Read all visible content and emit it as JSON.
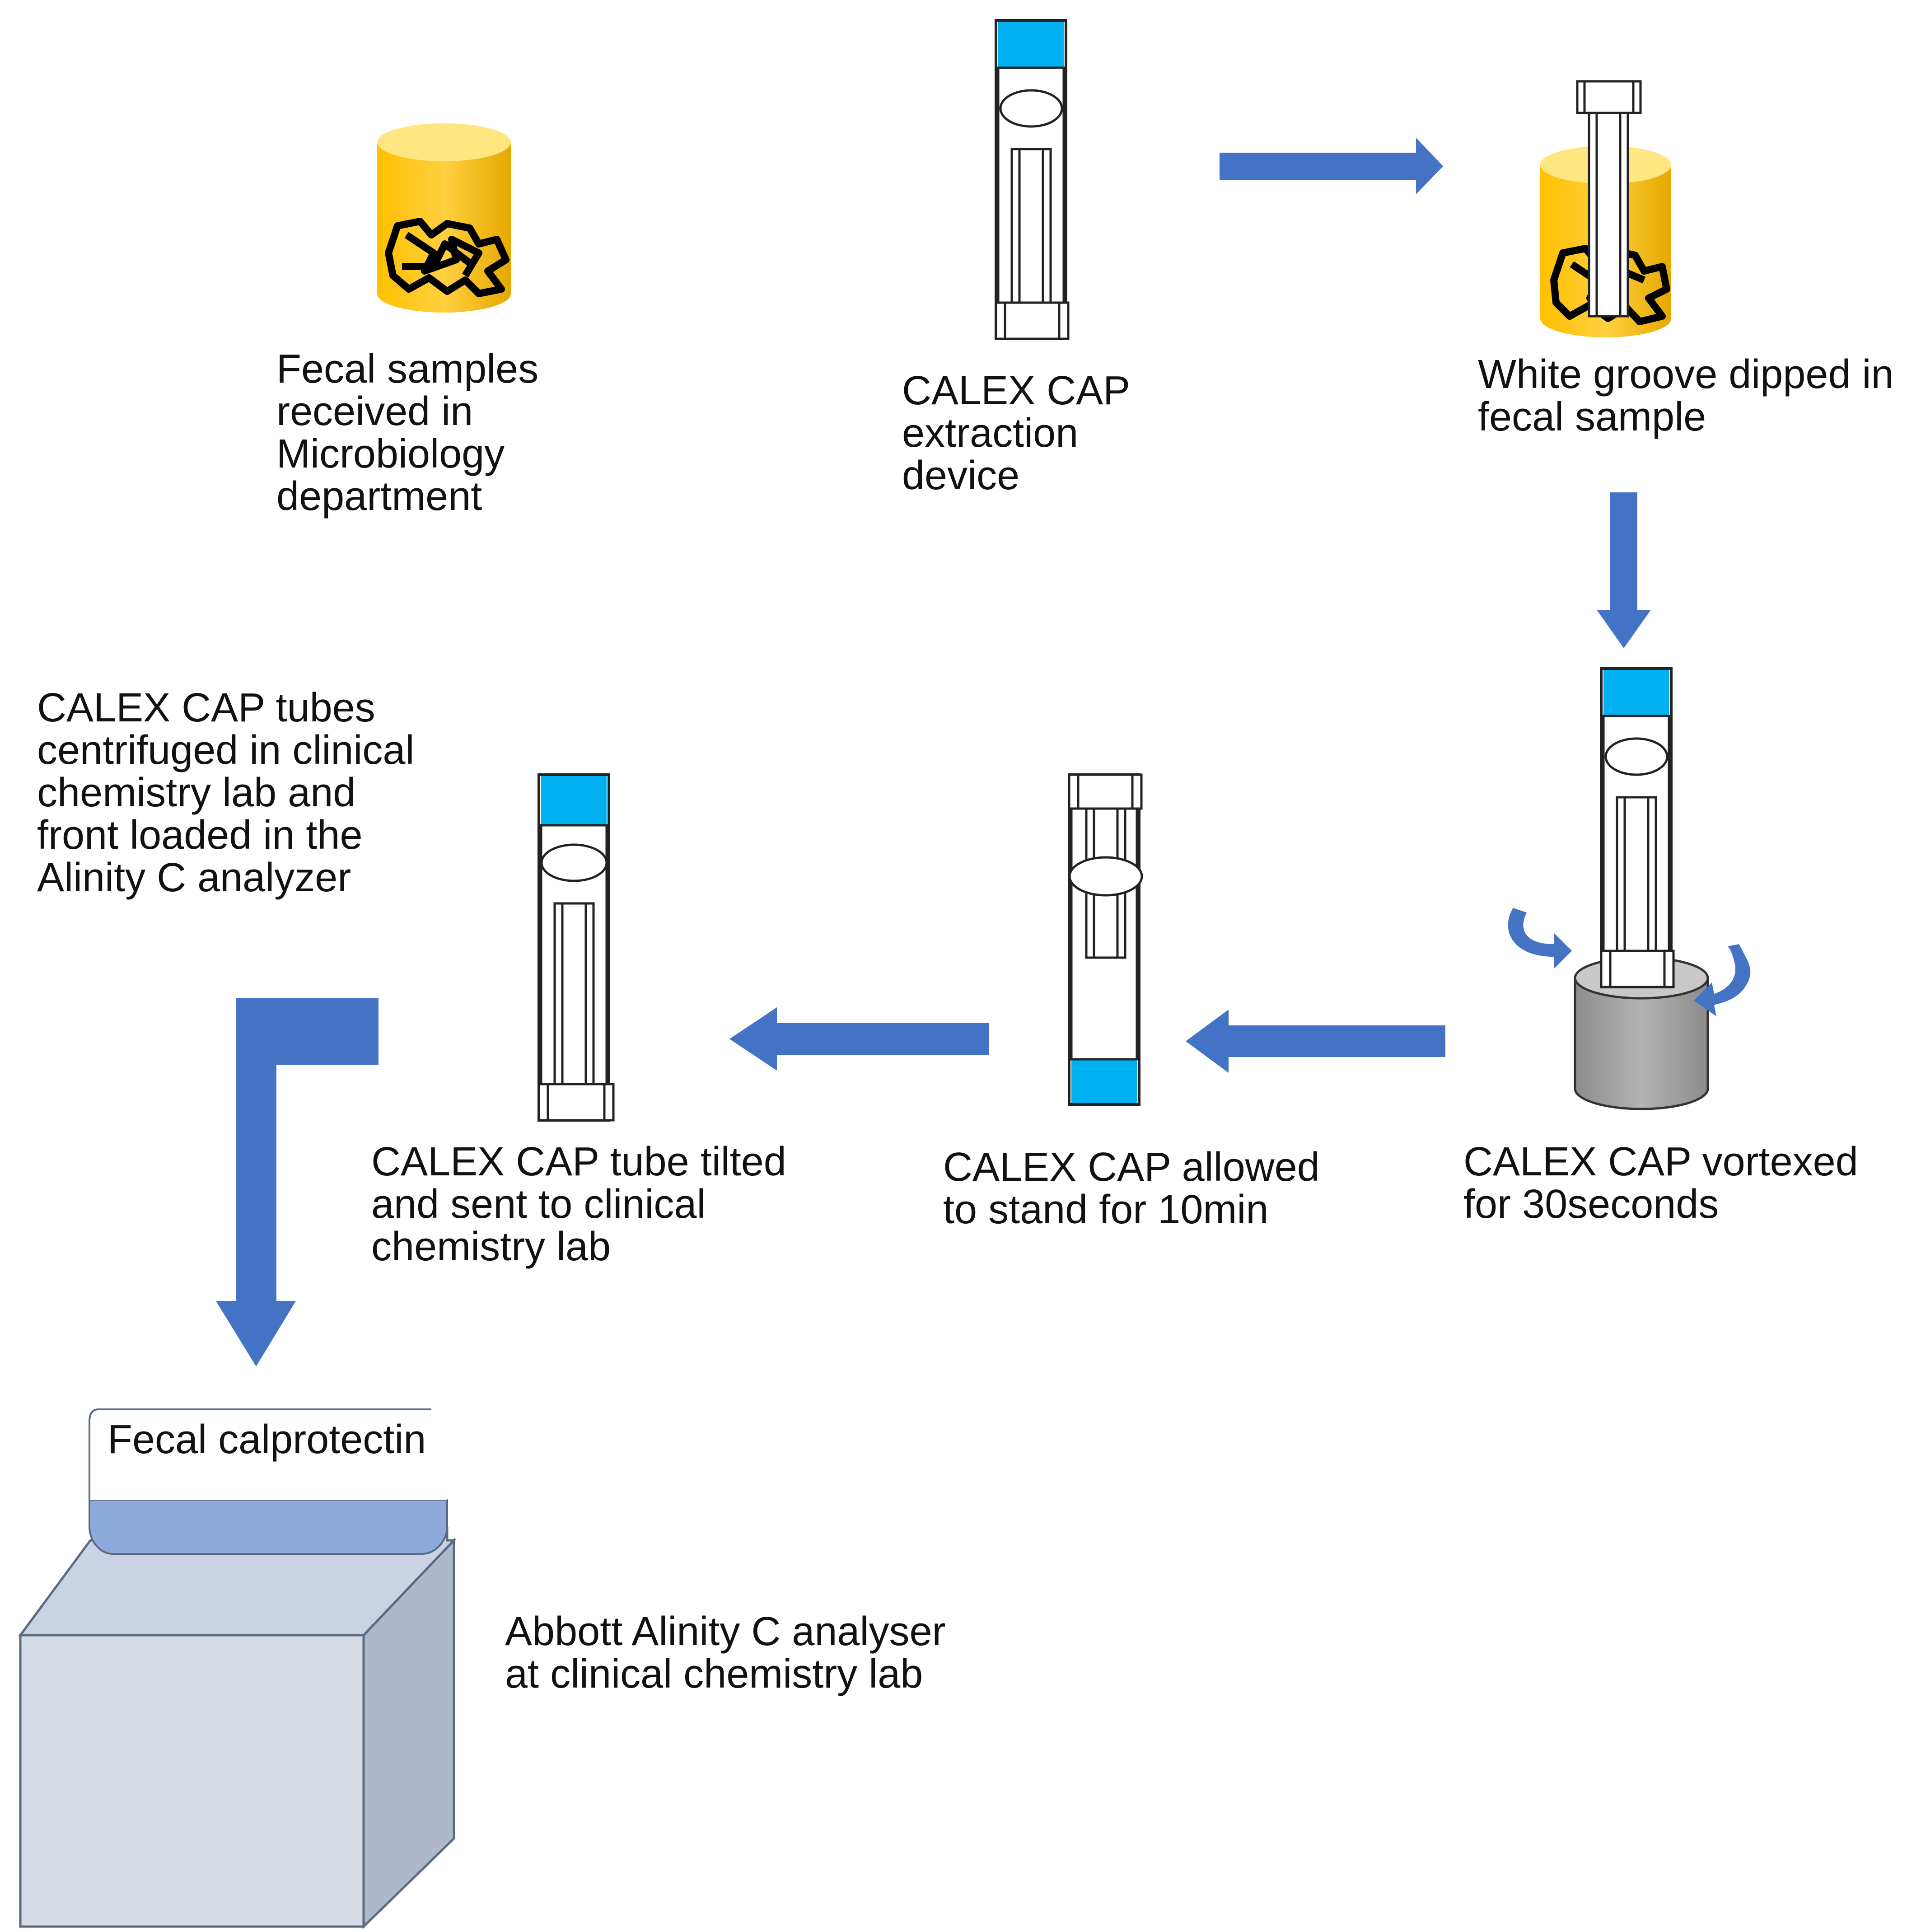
{
  "steps": {
    "fecal_samples": [
      "Fecal samples",
      "received in",
      "Microbiology",
      "department"
    ],
    "extraction_device": [
      "CALEX CAP",
      "extraction",
      "device"
    ],
    "groove_dipped": [
      "White groove dipped in",
      "fecal sample"
    ],
    "vortexed": [
      "CALEX CAP vortexed",
      "for 30seconds"
    ],
    "stand": [
      "CALEX CAP allowed",
      "to stand for 10min"
    ],
    "tilted": [
      "CALEX CAP tube tilted",
      "and sent to clinical",
      "chemistry  lab"
    ],
    "centrifuged": [
      "CALEX CAP tubes",
      "centrifuged  in clinical",
      "chemistry  lab and",
      "front  loaded in the",
      "Alinity  C analyzer"
    ],
    "analyser": [
      "Abbott Alinity  C analyser",
      "at clinical chemistry  lab"
    ]
  },
  "analyser_screen": "Fecal calprotectin",
  "colors": {
    "arrow": "#4472c4",
    "cap_blue": "#00b0f0",
    "sample_yellow": "#ffc000",
    "vortex_gray": "#a6a6a6",
    "machine_front": "#d6dce5",
    "machine_side": "#adb9ca",
    "screen_band": "#8ea9db"
  }
}
